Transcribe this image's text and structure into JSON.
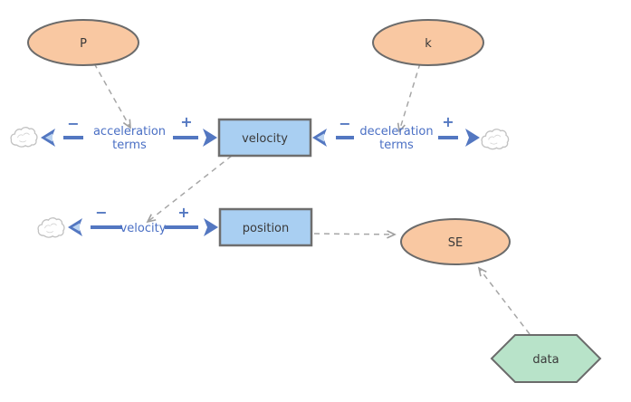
{
  "nodes": {
    "p": {
      "label": "P"
    },
    "k": {
      "label": "k"
    },
    "se": {
      "label": "SE"
    },
    "data": {
      "label": "data"
    },
    "velocity_stock": {
      "label": "velocity"
    },
    "position_stock": {
      "label": "position"
    }
  },
  "flows": {
    "acceleration": {
      "line1": "acceleration",
      "line2": "terms",
      "minus": "−",
      "plus": "+"
    },
    "deceleration": {
      "line1": "deceleration",
      "line2": "terms",
      "minus": "−",
      "plus": "+"
    },
    "velocity": {
      "label": "velocity",
      "minus": "−",
      "plus": "+"
    }
  },
  "colors": {
    "stock_fill": "#a9cff2",
    "auxiliary_fill": "#f9c8a2",
    "data_fill": "#b8e3c9",
    "flow_blue": "#5377c1",
    "flow_label_blue": "#4a6fc4",
    "node_border": "#6b6b6b",
    "connector_gray": "#a6a6a6",
    "node_text": "#3a3a3a",
    "cloud_stroke": "#c2c2c2"
  }
}
